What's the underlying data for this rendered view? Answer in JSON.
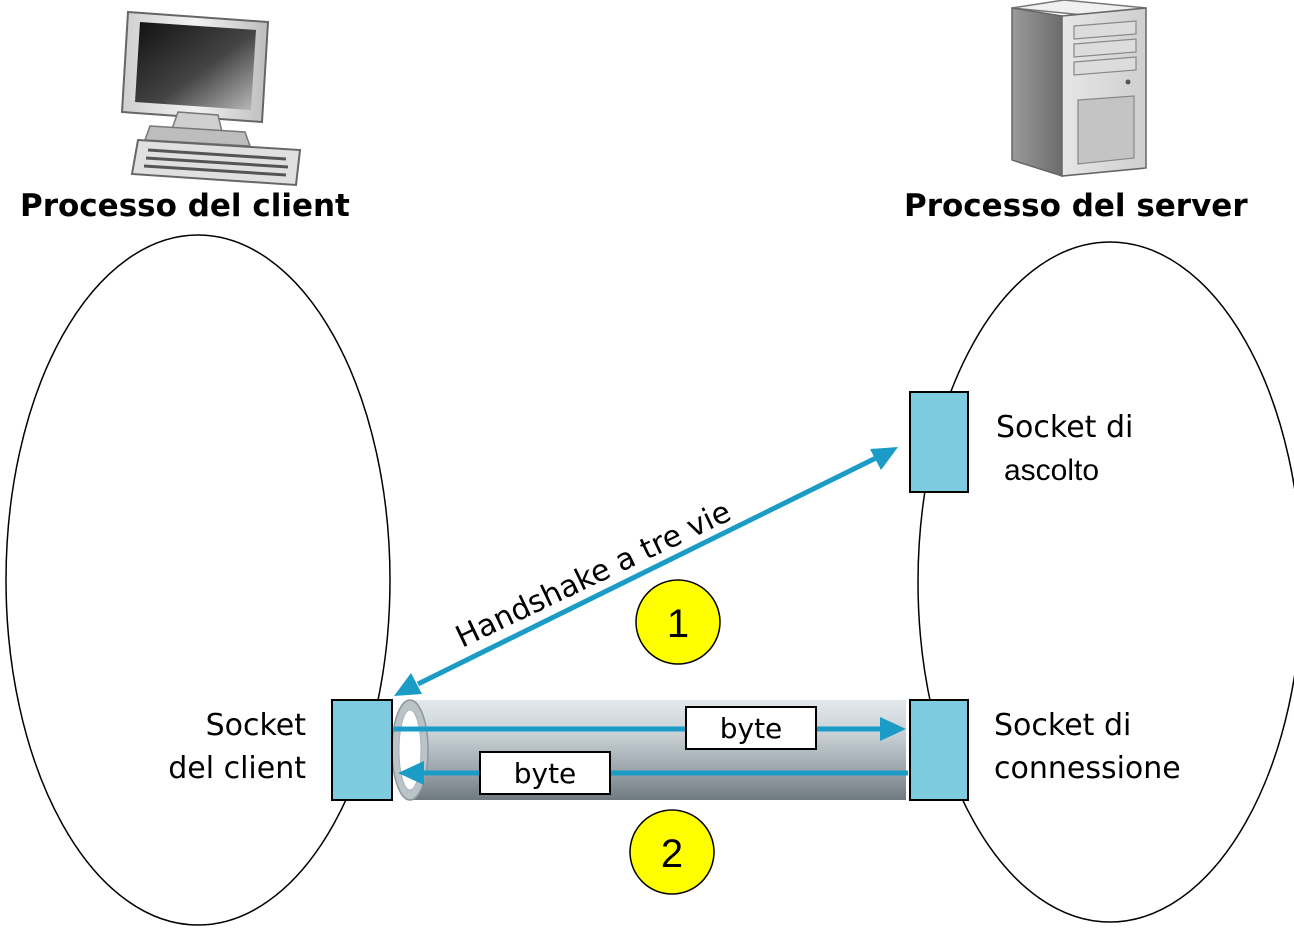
{
  "client": {
    "title": "Processo del client",
    "socket_label_line1": "Socket",
    "socket_label_line2": "del client"
  },
  "server": {
    "title": "Processo del server",
    "listening_socket_line1": "Socket di",
    "listening_socket_line2": "ascolto",
    "connection_socket_line1": "Socket di",
    "connection_socket_line2": "connessione"
  },
  "handshake": {
    "label": "Handshake a tre vie",
    "step": "1"
  },
  "pipe": {
    "byte_forward": "byte",
    "byte_backward": "byte",
    "step": "2"
  },
  "colors": {
    "socket_fill": "#7ecbe0",
    "arrow": "#1a9cc7",
    "step_badge": "#ffff00"
  },
  "icons": {
    "client": "desktop-computer-icon",
    "server": "tower-server-icon"
  }
}
